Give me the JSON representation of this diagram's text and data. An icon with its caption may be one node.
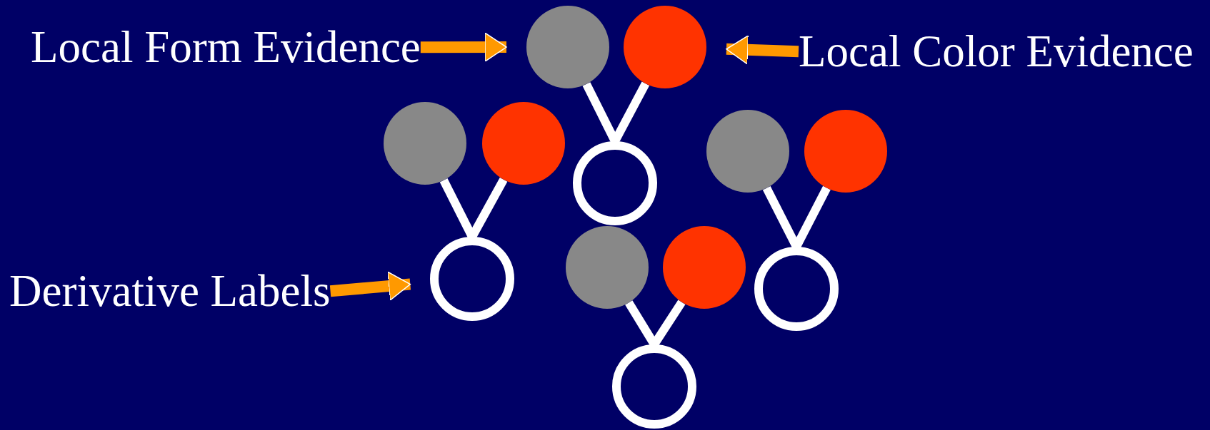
{
  "diagram": {
    "nodes": [
      {
        "text": [
          "Local Form Evidence"
        ]
      },
      {
        "text": [
          "Local Color Evidence"
        ]
      },
      {
        "text": [
          "Derivative Labels"
        ]
      },
      {
        "text": [],
        "shape": "circle"
      },
      {
        "text": [],
        "shape": "circle"
      },
      {
        "text": [],
        "shape": "circle"
      },
      {
        "text": [],
        "shape": "circle"
      },
      {
        "text": [],
        "shape": "circle"
      },
      {
        "text": [],
        "shape": "circle"
      },
      {
        "text": [],
        "shape": "circle"
      },
      {
        "text": [],
        "shape": "circle"
      },
      {
        "text": [],
        "shape": "circle"
      },
      {
        "text": [],
        "shape": "circle"
      },
      {
        "text": [],
        "shape": "circle"
      },
      {
        "text": [],
        "shape": "circle"
      }
    ],
    "edges": [
      {
        "from": 0,
        "to": 3,
        "arrow": "to",
        "color": "#ff9900"
      },
      {
        "from": 1,
        "to": 4,
        "arrow": "to",
        "color": "#ff9900"
      },
      {
        "from": 2,
        "to": 8,
        "arrow": "to",
        "color": "#ff9900"
      },
      {
        "from": 3,
        "to": 5,
        "arrow": "none"
      },
      {
        "from": 4,
        "to": 5,
        "arrow": "none"
      },
      {
        "from": 6,
        "to": 8,
        "arrow": "none"
      },
      {
        "from": 7,
        "to": 8,
        "arrow": "none"
      },
      {
        "from": 9,
        "to": 11,
        "arrow": "none"
      },
      {
        "from": 10,
        "to": 11,
        "arrow": "none"
      },
      {
        "from": 12,
        "to": 14,
        "arrow": "none"
      },
      {
        "from": 13,
        "to": 14,
        "arrow": "none"
      }
    ]
  }
}
